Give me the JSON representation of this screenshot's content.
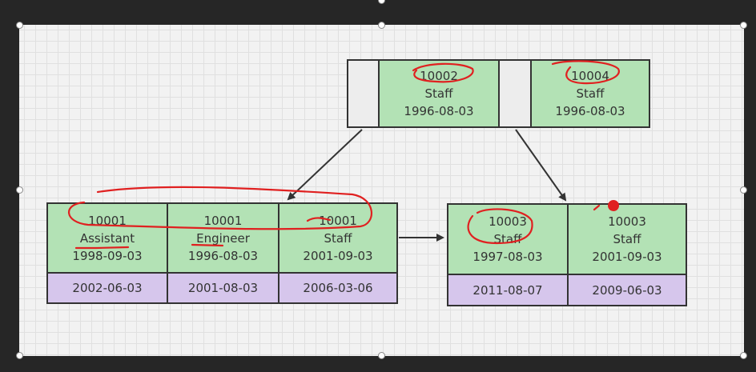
{
  "colors": {
    "background": "#262626",
    "canvas": "#f2f2f2",
    "node_fill": "#b3e2b5",
    "leaf_fill": "#d6c6ec",
    "empty_fill": "#ededed",
    "border": "#333333",
    "annotation": "#e02020"
  },
  "root": {
    "entries": [
      {
        "id": "10002",
        "title": "Staff",
        "date": "1996-08-03"
      },
      {
        "id": "10004",
        "title": "Staff",
        "date": "1996-08-03"
      }
    ]
  },
  "left_leaf": {
    "entries": [
      {
        "id": "10001",
        "title": "Assistant",
        "date": "1998-09-03",
        "value": "2002-06-03"
      },
      {
        "id": "10001",
        "title": "Engineer",
        "date": "1996-08-03",
        "value": "2001-08-03"
      },
      {
        "id": "10001",
        "title": "Staff",
        "date": "2001-09-03",
        "value": "2006-03-06"
      }
    ]
  },
  "right_leaf": {
    "entries": [
      {
        "id": "10003",
        "title": "Staff",
        "date": "1997-08-03",
        "value": "2011-08-07"
      },
      {
        "id": "10003",
        "title": "Staff",
        "date": "2001-09-03",
        "value": "2009-06-03"
      }
    ]
  }
}
